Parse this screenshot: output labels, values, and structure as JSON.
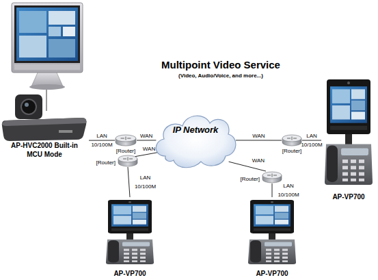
{
  "diagram": {
    "title": "Multipoint Video Service",
    "nodes": [
      {
        "text": [
          "AP-HVC2000 Built-in MCU Mode"
        ]
      },
      {
        "text": [
          "[Router]"
        ]
      },
      {
        "text": [
          "IP Network"
        ]
      },
      {
        "text": [
          "[Router]"
        ]
      },
      {
        "text": [
          "AP-VP700"
        ]
      },
      {
        "text": [
          "[Router]"
        ]
      },
      {
        "text": [
          "[Router]"
        ]
      },
      {
        "text": [
          "AP-VP700"
        ]
      },
      {
        "text": [
          "AP-VP700"
        ]
      }
    ],
    "edges": [
      {
        "from": 0,
        "to": 1,
        "arrow": "none",
        "label": "LAN 10/100M"
      },
      {
        "from": 1,
        "to": 2,
        "arrow": "none",
        "label": "WAN"
      },
      {
        "from": 2,
        "to": 3,
        "arrow": "none",
        "label": "WAN"
      },
      {
        "from": 3,
        "to": 4,
        "arrow": "none",
        "label": "LAN 10/100M"
      },
      {
        "from": 5,
        "to": 2,
        "arrow": "none",
        "label": "WAN"
      },
      {
        "from": 5,
        "to": 7,
        "arrow": "none",
        "label": "LAN 10/100M"
      },
      {
        "from": 6,
        "to": 2,
        "arrow": "none",
        "label": "WAN"
      },
      {
        "from": 6,
        "to": 8,
        "arrow": "none",
        "label": "LAN 10/100M"
      }
    ],
    "labels": [
      "(Video, Audio/Voice, and more...)"
    ]
  }
}
